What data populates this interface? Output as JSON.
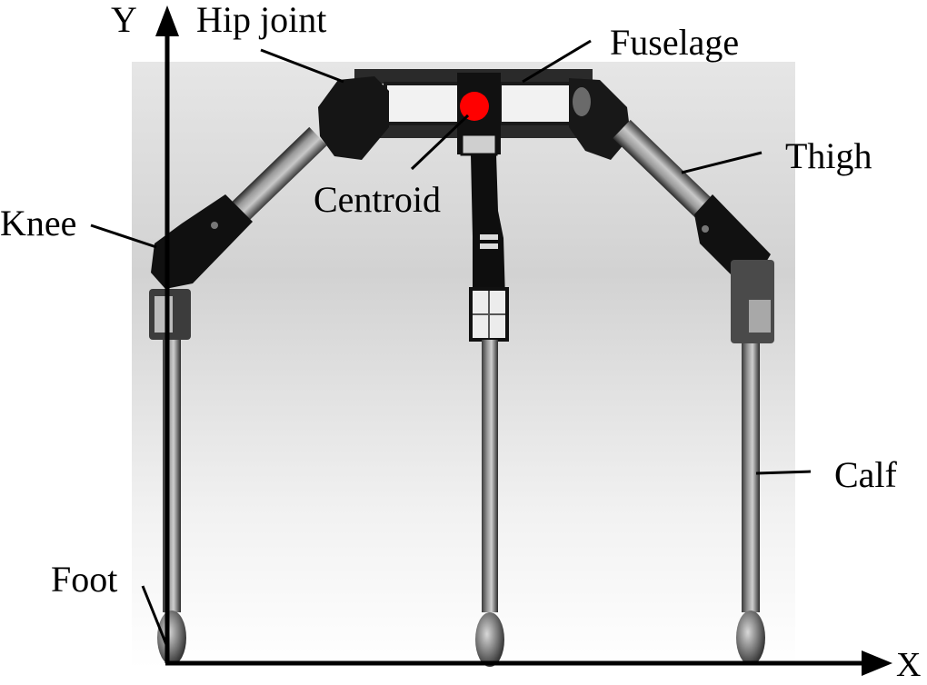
{
  "figure": {
    "type": "labeled-robot-leg-diagram",
    "background_color": "#ffffff",
    "photo_background": "#d9d9d9"
  },
  "axes": {
    "x_label": "X",
    "y_label": "Y",
    "color": "#000000"
  },
  "labels": {
    "hip_joint": "Hip joint",
    "fuselage": "Fuselage",
    "thigh": "Thigh",
    "centroid": "Centroid",
    "knee": "Knee",
    "calf": "Calf",
    "foot": "Foot"
  },
  "markers": {
    "centroid_color": "#ff0000"
  }
}
